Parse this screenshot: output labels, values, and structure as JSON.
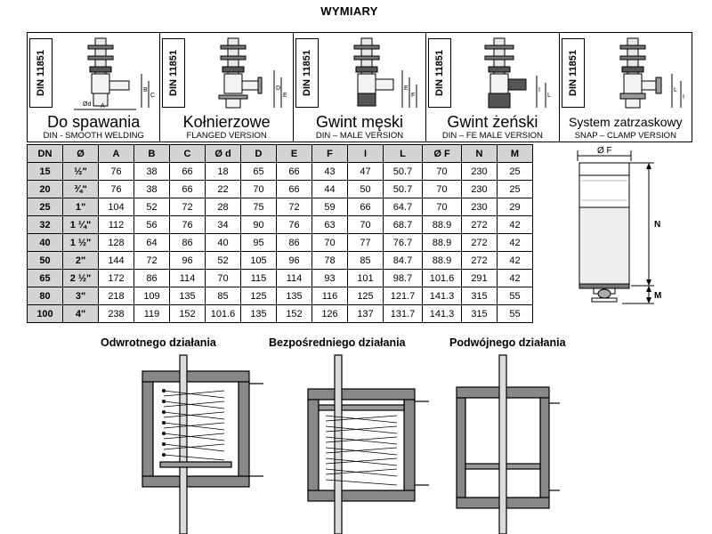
{
  "title": "WYMIARY",
  "versions": [
    {
      "din": "DIN 11851",
      "name": "Do spawania",
      "subtitle": "DIN - SMOOTH WELDING"
    },
    {
      "din": "DIN 11851",
      "name": "Kołnierzowe",
      "subtitle": "FLANGED VERSION"
    },
    {
      "din": "DIN 11851",
      "name": "Gwint męski",
      "subtitle": "DIN – MALE VERSION"
    },
    {
      "din": "DIN 11851",
      "name": "Gwint żeński",
      "subtitle": "DIN – FE MALE VERSION"
    },
    {
      "din": "DIN 11851",
      "name": "System zatrzaskowy",
      "subtitle": "SNAP – CLAMP VERSION"
    }
  ],
  "drawing_labels": {
    "a": "A",
    "b": "B",
    "c": "C",
    "d": "Ød",
    "d2": "D",
    "e": "E",
    "f": "F",
    "i": "I",
    "l": "L"
  },
  "table": {
    "headers": [
      "DN",
      "Ø",
      "A",
      "B",
      "C",
      "Ø d",
      "D",
      "E",
      "F",
      "I",
      "L",
      "Ø F",
      "N",
      "M"
    ],
    "rows": [
      [
        "15",
        "½\"",
        "76",
        "38",
        "66",
        "18",
        "65",
        "66",
        "43",
        "47",
        "50.7",
        "70",
        "230",
        "25"
      ],
      [
        "20",
        "¾\"",
        "76",
        "38",
        "66",
        "22",
        "70",
        "66",
        "44",
        "50",
        "50.7",
        "70",
        "230",
        "25"
      ],
      [
        "25",
        "1\"",
        "104",
        "52",
        "72",
        "28",
        "75",
        "72",
        "59",
        "66",
        "64.7",
        "70",
        "230",
        "29"
      ],
      [
        "32",
        "1 ¼\"",
        "112",
        "56",
        "76",
        "34",
        "90",
        "76",
        "63",
        "70",
        "68.7",
        "88.9",
        "272",
        "42"
      ],
      [
        "40",
        "1 ½\"",
        "128",
        "64",
        "86",
        "40",
        "95",
        "86",
        "70",
        "77",
        "76.7",
        "88.9",
        "272",
        "42"
      ],
      [
        "50",
        "2\"",
        "144",
        "72",
        "96",
        "52",
        "105",
        "96",
        "78",
        "85",
        "84.7",
        "88.9",
        "272",
        "42"
      ],
      [
        "65",
        "2 ½\"",
        "172",
        "86",
        "114",
        "70",
        "115",
        "114",
        "93",
        "101",
        "98.7",
        "101.6",
        "291",
        "42"
      ],
      [
        "80",
        "3\"",
        "218",
        "109",
        "135",
        "85",
        "125",
        "135",
        "116",
        "125",
        "121.7",
        "141.3",
        "315",
        "55"
      ],
      [
        "100",
        "4\"",
        "238",
        "119",
        "152",
        "101.6",
        "135",
        "152",
        "126",
        "137",
        "131.7",
        "141.3",
        "315",
        "55"
      ]
    ]
  },
  "side_drawing": {
    "diameter_label": "Ø F",
    "height_label": "N",
    "bottom_label": "M"
  },
  "actuators": [
    {
      "name": "Odwrotnego działania"
    },
    {
      "name": "Bezpośredniego działania"
    },
    {
      "name": "Podwójnego działania"
    }
  ]
}
